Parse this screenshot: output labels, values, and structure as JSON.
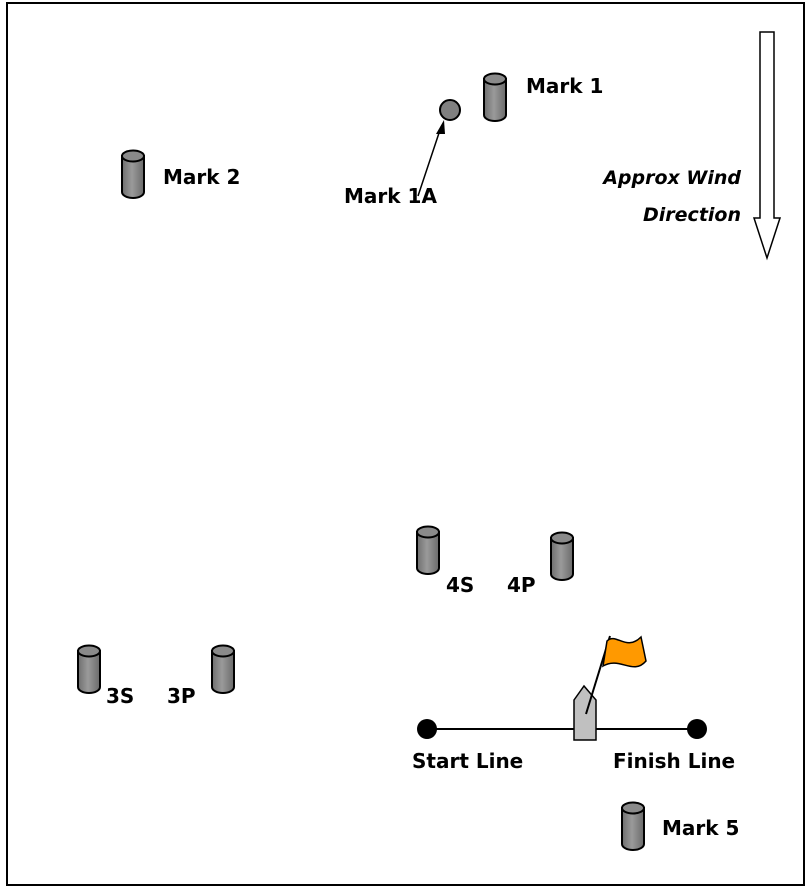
{
  "marks": {
    "mark1": "Mark 1",
    "mark1a": "Mark 1A",
    "mark2": "Mark 2",
    "mark4s": "4S",
    "mark4p": "4P",
    "mark3s": "3S",
    "mark3p": "3P",
    "mark5": "Mark 5"
  },
  "wind": {
    "line1": "Approx Wind",
    "line2": "Direction"
  },
  "line": {
    "start_label": "Start Line",
    "finish_label": "Finish Line"
  },
  "colors": {
    "buoy_fill": "#808080",
    "flag": "#ff9900",
    "boat": "#c0c0c0",
    "line_end": "#000000"
  }
}
